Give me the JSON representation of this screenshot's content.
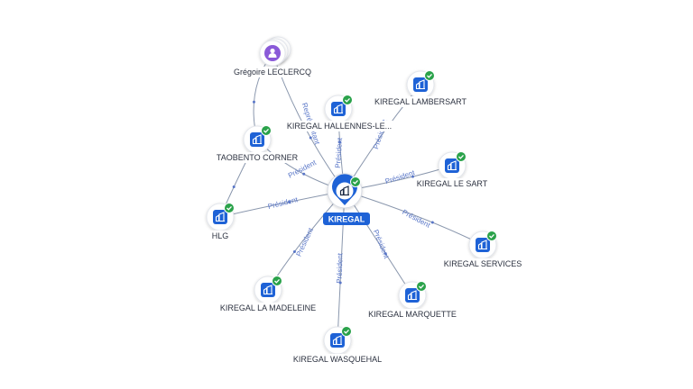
{
  "center": {
    "label": "KIREGAL",
    "icon": "building-icon",
    "color": "#1e62d6"
  },
  "colors": {
    "company": "#1e62d6",
    "person": "#8a5ad8",
    "verified": "#2aa24a",
    "edge": "#8a97ad",
    "edge_label": "#5a77c8"
  },
  "nodes": [
    {
      "id": "gregoire",
      "label": "Grégoire LECLERCQ",
      "type": "person",
      "icon": "person-icon"
    },
    {
      "id": "hallennes",
      "label": "KIREGAL HALLENNES-LE...",
      "type": "company",
      "icon": "building-icon"
    },
    {
      "id": "lambersart",
      "label": "KIREGAL LAMBERSART",
      "type": "company",
      "icon": "building-icon"
    },
    {
      "id": "taobento",
      "label": "TAOBENTO CORNER",
      "type": "company",
      "icon": "building-icon"
    },
    {
      "id": "lesart",
      "label": "KIREGAL LE SART",
      "type": "company",
      "icon": "building-icon"
    },
    {
      "id": "hlg",
      "label": "HLG",
      "type": "company",
      "icon": "building-icon"
    },
    {
      "id": "services",
      "label": "KIREGAL SERVICES",
      "type": "company",
      "icon": "building-icon"
    },
    {
      "id": "madeleine",
      "label": "KIREGAL LA MADELEINE",
      "type": "company",
      "icon": "building-icon"
    },
    {
      "id": "marquette",
      "label": "KIREGAL MARQUETTE",
      "type": "company",
      "icon": "building-icon"
    },
    {
      "id": "wasquehal",
      "label": "KIREGAL WASQUEHAL",
      "type": "company",
      "icon": "building-icon"
    }
  ],
  "edges": [
    {
      "from": "gregoire",
      "to": "center",
      "label": "Représentant"
    },
    {
      "from": "gregoire",
      "to": "taobento",
      "label": ""
    },
    {
      "from": "taobento",
      "to": "hlg",
      "label": ""
    },
    {
      "from": "taobento",
      "to": "center",
      "label": "Président"
    },
    {
      "from": "center",
      "to": "hallennes",
      "label": "Président"
    },
    {
      "from": "center",
      "to": "lambersart",
      "label": "Président"
    },
    {
      "from": "center",
      "to": "lesart",
      "label": "Président"
    },
    {
      "from": "hlg",
      "to": "center",
      "label": "Président"
    },
    {
      "from": "center",
      "to": "services",
      "label": "Président"
    },
    {
      "from": "center",
      "to": "madeleine",
      "label": "Président"
    },
    {
      "from": "center",
      "to": "marquette",
      "label": "Président"
    },
    {
      "from": "center",
      "to": "wasquehal",
      "label": "Président"
    }
  ]
}
